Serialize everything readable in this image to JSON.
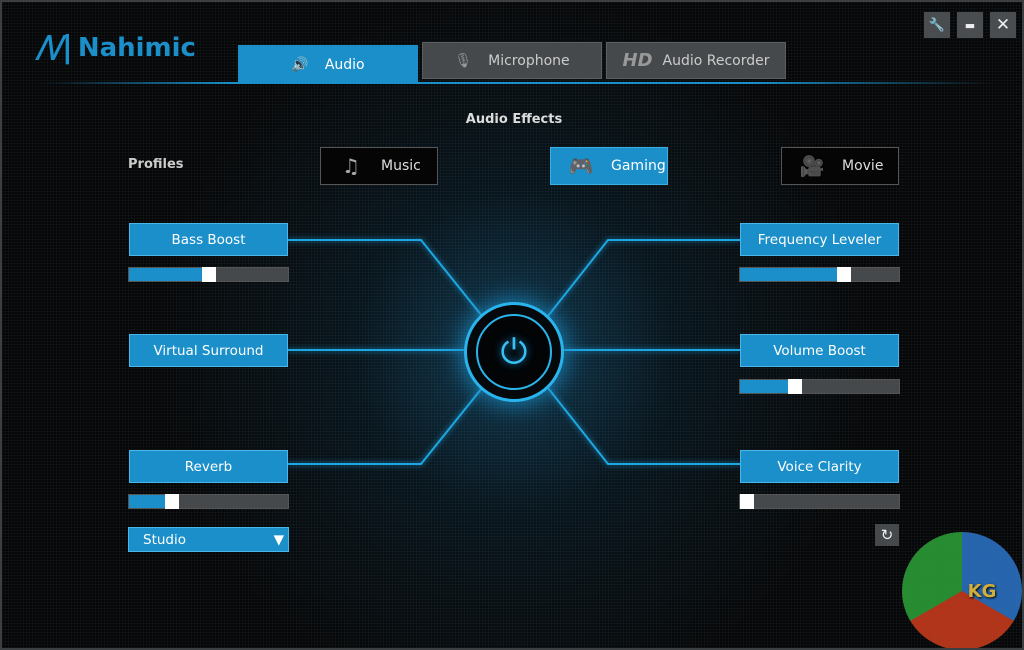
{
  "app": {
    "logo": "Nahimic"
  },
  "tabs": [
    {
      "label": "Audio",
      "icon": "speaker-icon"
    },
    {
      "label": "Microphone",
      "icon": "microphone-icon"
    },
    {
      "label": "Audio Recorder",
      "prefix": "HD"
    }
  ],
  "window_controls": {
    "settings": "🔧",
    "minimize": "▬",
    "close": "✕"
  },
  "section_title": "Audio Effects",
  "profiles": {
    "label": "Profiles",
    "items": [
      {
        "label": "Music",
        "icon": "♫"
      },
      {
        "label": "Gaming",
        "icon": "🎮",
        "active": true
      },
      {
        "label": "Movie",
        "icon": "🎥"
      }
    ]
  },
  "effects": {
    "bass_boost": {
      "label": "Bass Boost",
      "value": 0.5
    },
    "virtual_surround": {
      "label": "Virtual Surround"
    },
    "reverb": {
      "label": "Reverb",
      "value": 0.25,
      "preset": "Studio"
    },
    "frequency_leveler": {
      "label": "Frequency Leveler",
      "value": 0.67
    },
    "volume_boost": {
      "label": "Volume Boost",
      "value": 0.33
    },
    "voice_clarity": {
      "label": "Voice Clarity",
      "value": 0.0
    }
  },
  "power": {
    "icon": "⏻"
  },
  "reset": {
    "icon": "↻"
  },
  "watermark": {
    "text": "KG"
  },
  "colors": {
    "accent": "#1a8fc9",
    "track": "#45494c"
  }
}
